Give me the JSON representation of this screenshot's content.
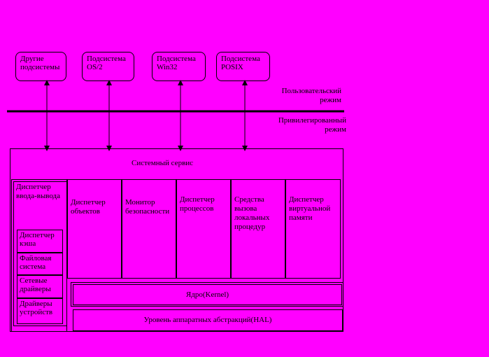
{
  "subsystems": [
    {
      "label": "Другие подсистемы"
    },
    {
      "label": "Подсистема OS/2"
    },
    {
      "label": "Подсистема Win32"
    },
    {
      "label": "Подсистема POSIX"
    }
  ],
  "modes": {
    "user": "Пользовательский режим",
    "kernel": "Привилегированный режим"
  },
  "executive": {
    "title": "Системный сервис",
    "io_manager": "Диспетчер ввода-вывода",
    "io_stack": [
      "Диспетчер кэша",
      "Файловая система",
      "Сетевые драйверы",
      "Драйверы устройств"
    ],
    "components": [
      "Диспетчер объектов",
      "Монитор безопасности",
      "Диспетчер процессов",
      "Средства вызова локальных процедур",
      "Диспетчер виртуальной памяти"
    ]
  },
  "kernel": "Ядро(Kernel)",
  "hal": "Уровень аппаратных абстракций(HAL)"
}
